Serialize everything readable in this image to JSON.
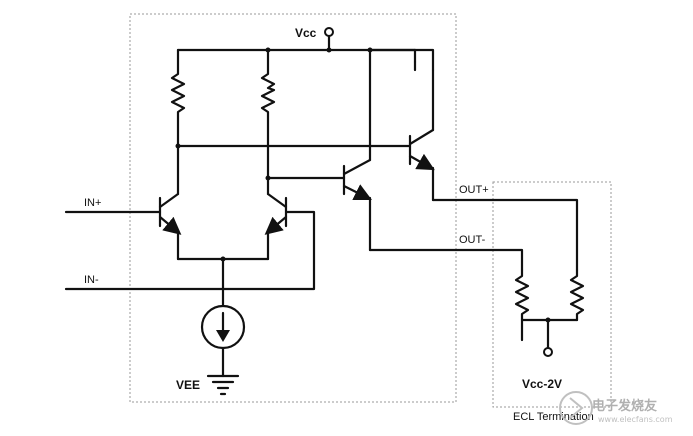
{
  "labels": {
    "vcc": "Vcc",
    "in_plus": "IN+",
    "in_minus": "IN-",
    "out_plus": "OUT+",
    "out_minus": "OUT-",
    "vee": "VEE",
    "vcc_2v": "Vcc-2V",
    "ecl_termination": "ECL Termination"
  },
  "watermark": {
    "text": "电子发烧友",
    "domain": "www.elecfans.com"
  },
  "colors": {
    "wire": "#111111",
    "boundary": "#9a9a9a",
    "watermark": "#b0b0b0"
  }
}
